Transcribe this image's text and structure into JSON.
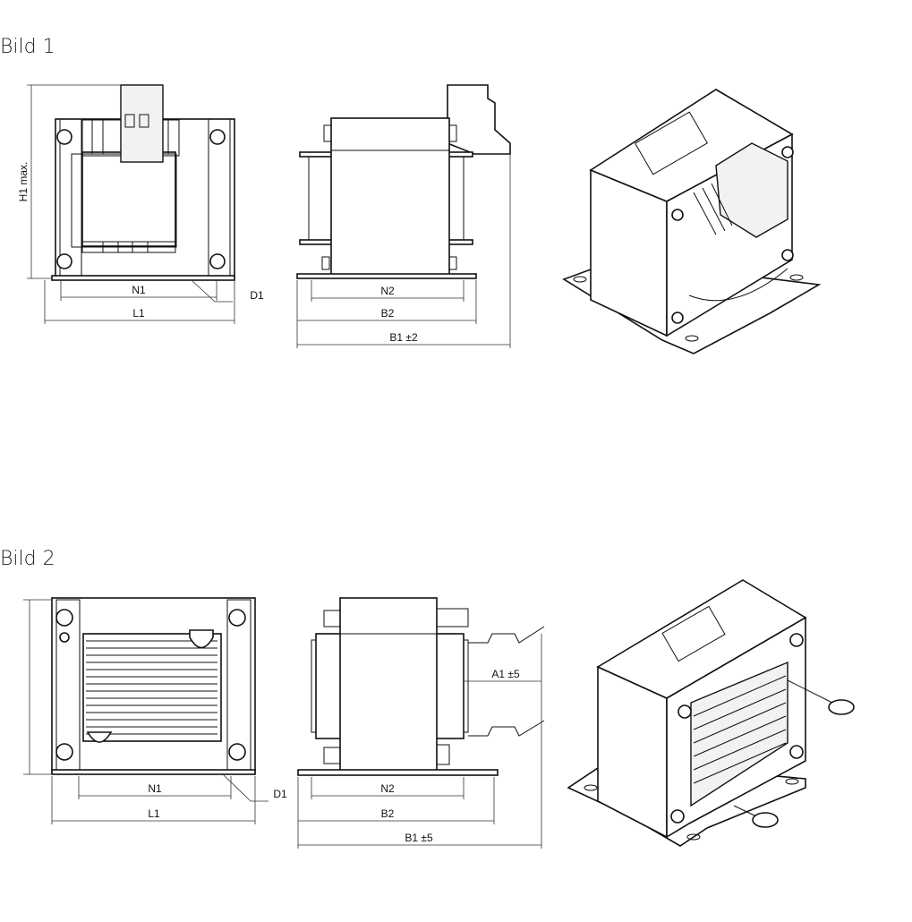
{
  "figures": [
    {
      "title": "Bild 1",
      "front_view": {
        "height_label": "H1 max.",
        "n_label": "N1",
        "l_label": "L1",
        "d_label": "D1"
      },
      "side_view": {
        "n_label": "N2",
        "b2_label": "B2",
        "b1_label": "B1 ±2"
      }
    },
    {
      "title": "Bild 2",
      "front_view": {
        "n_label": "N1",
        "l_label": "L1",
        "d_label": "D1"
      },
      "side_view": {
        "a1_label": "A1 ±5",
        "n_label": "N2",
        "b2_label": "B2",
        "b1_label": "B1 ±5"
      }
    }
  ]
}
